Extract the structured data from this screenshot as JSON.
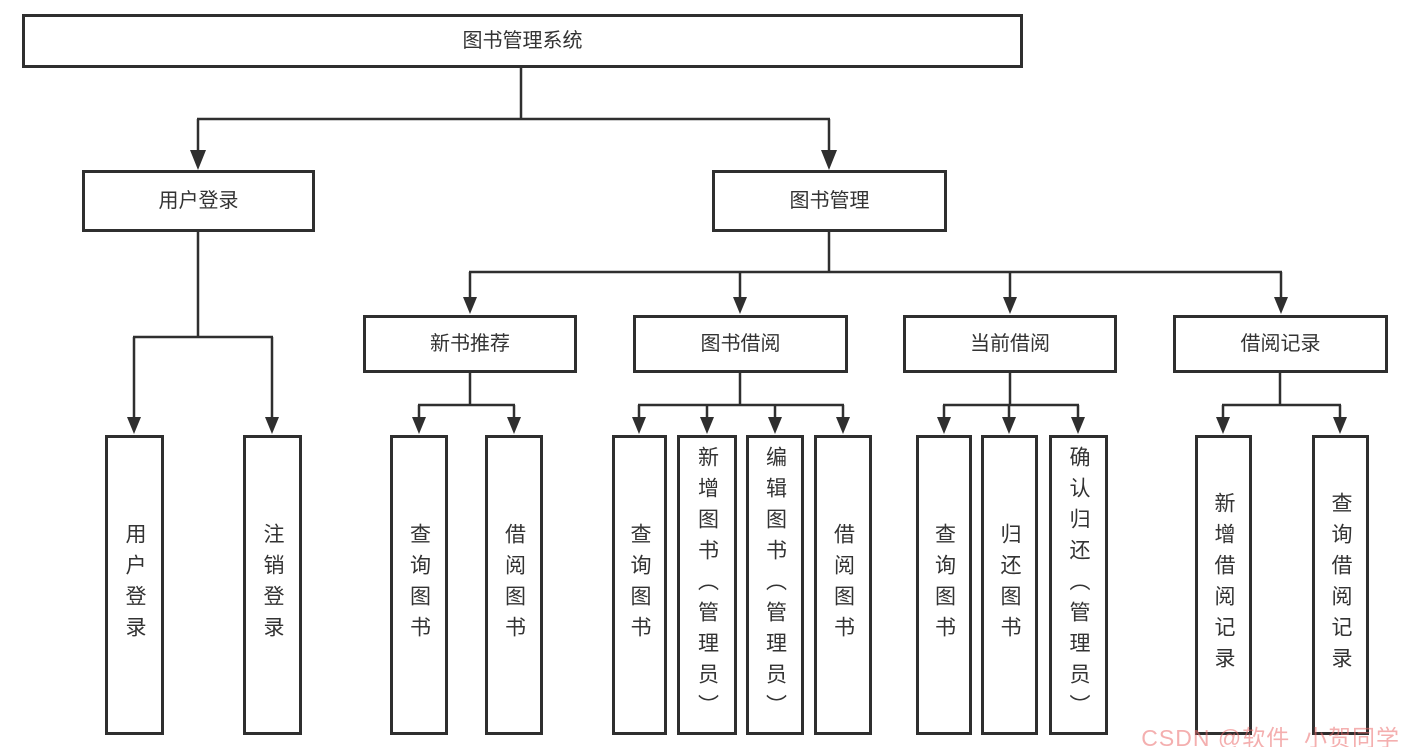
{
  "root": "图书管理系统",
  "l2": [
    {
      "label": "用户登录"
    },
    {
      "label": "图书管理"
    }
  ],
  "l3": [
    {
      "label": "新书推荐"
    },
    {
      "label": "图书借阅"
    },
    {
      "label": "当前借阅"
    },
    {
      "label": "借阅记录"
    }
  ],
  "leaves": {
    "user_login": [
      "用户登录",
      "注销登录"
    ],
    "new_book": [
      "查询图书",
      "借阅图书"
    ],
    "book_borrow": [
      "查询图书",
      "新增图书（管理员）",
      "编辑图书（管理员）",
      "借阅图书"
    ],
    "current_borrow": [
      "查询图书",
      "归还图书",
      "确认归还（管理员）"
    ],
    "borrow_records": [
      "新增借阅记录",
      "查询借阅记录"
    ]
  },
  "watermark": "CSDN @软件_小贺同学",
  "colors": {
    "line": "#2f2f2f",
    "text": "#333333",
    "watermark_pink": "#eb6e6e",
    "background": "#ffffff"
  }
}
